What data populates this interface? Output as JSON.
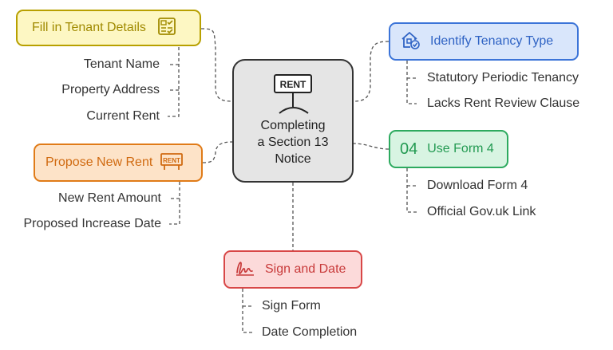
{
  "center": {
    "title": "Completing\na Section 13\nNotice"
  },
  "rent_sign_text": "RENT",
  "branches": {
    "tenant": {
      "label": "Fill in Tenant Details",
      "icon": "form-icon",
      "color": "#b8a000",
      "fill": "#fdf7c3",
      "items": [
        "Tenant Name",
        "Property Address",
        "Current Rent"
      ]
    },
    "rent": {
      "label": "Propose New Rent",
      "icon": "rent-sign-icon",
      "color": "#e07b18",
      "fill": "#fde3c8",
      "icon_text": "RENT",
      "items": [
        "New Rent Amount",
        "Proposed Increase Date"
      ]
    },
    "tenancy": {
      "label": "Identify Tenancy Type",
      "icon": "house-check-icon",
      "color": "#3b74d8",
      "fill": "#d9e6fb",
      "items": [
        "Statutory Periodic Tenancy",
        "Lacks Rent Review Clause"
      ]
    },
    "form": {
      "label": "Use Form 4",
      "prefix": "04",
      "color": "#2daa5f",
      "fill": "#d8f4e2",
      "items": [
        "Download Form 4",
        "Official Gov.uk Link"
      ]
    },
    "sign": {
      "label": "Sign and Date",
      "icon": "signature-icon",
      "color": "#d84747",
      "fill": "#fcdada",
      "items": [
        "Sign Form",
        "Date Completion"
      ]
    }
  }
}
